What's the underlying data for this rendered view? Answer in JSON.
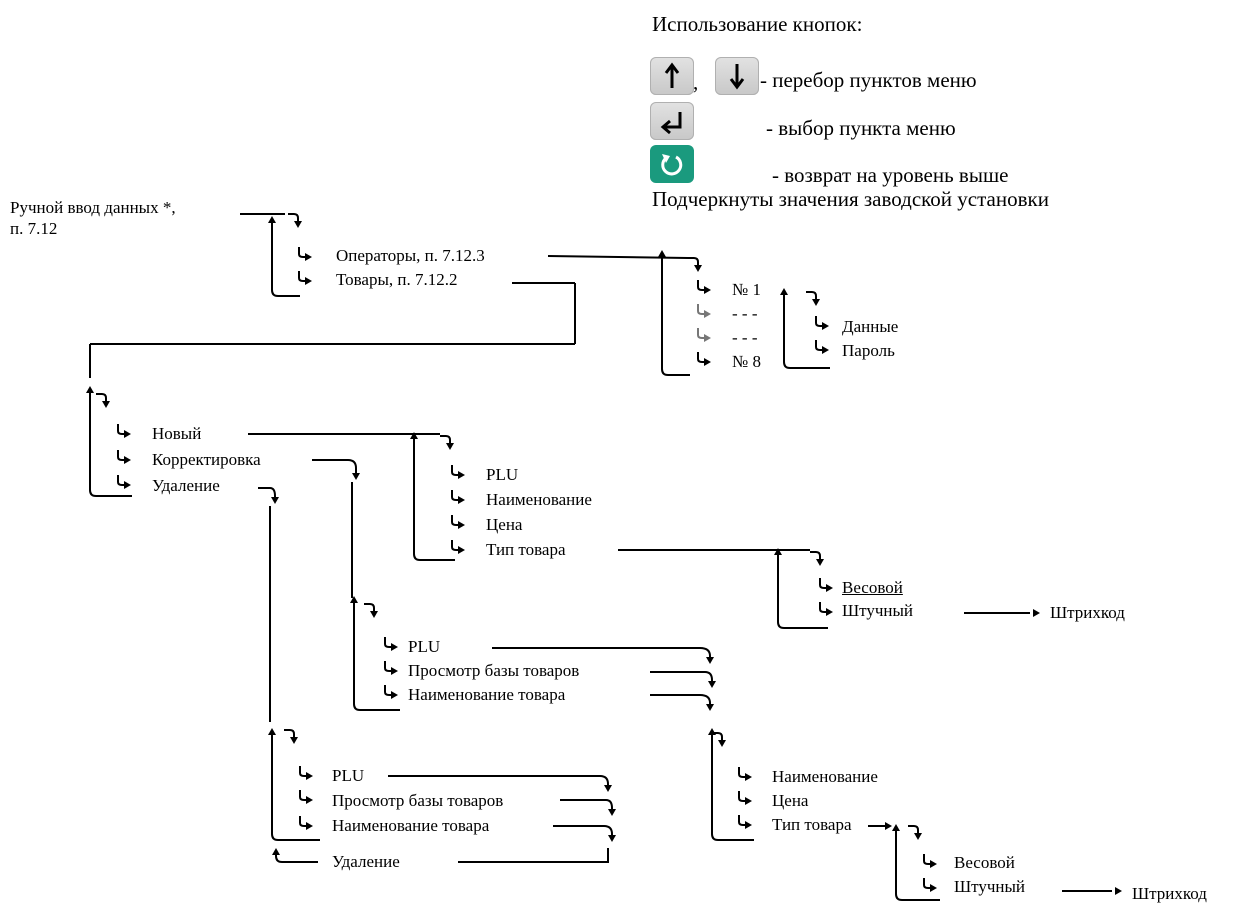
{
  "legend": {
    "title": "Использование кнопок:",
    "comma": ",",
    "nav_desc": "- перебор пунктов меню",
    "enter_desc": "- выбор пункта меню",
    "back_desc": "- возврат на уровень выше",
    "underline_note": "Подчеркнуты значения заводской установки",
    "keys": [
      "arrow-up-icon",
      "arrow-down-icon",
      "enter-icon",
      "back-icon"
    ],
    "colors": {
      "key_gray": "#d4d4d4",
      "key_green": "#1a9a7e"
    }
  },
  "root": {
    "line1": "Ручной ввод данных *,",
    "line2": "п. 7.12"
  },
  "level1": {
    "operators": "Операторы, п. 7.12.3",
    "goods": "Товары, п. 7.12.2"
  },
  "operators": {
    "first": "№ 1",
    "dots1": "- - -",
    "dots2": "- - -",
    "last": "№ 8",
    "data": "Данные",
    "password": "Пароль"
  },
  "goods": {
    "new": "Новый",
    "edit": "Корректировка",
    "delete": "Удаление"
  },
  "new_item": {
    "plu": "PLU",
    "name": "Наименование",
    "price": "Цена",
    "type": "Тип товара"
  },
  "new_type": {
    "weight": "Весовой",
    "piece": "Штучный",
    "barcode": "Штрихкод"
  },
  "edit_menu": {
    "plu": "PLU",
    "browse": "Просмотр базы товаров",
    "by_name": "Наименование товара"
  },
  "edit_fields": {
    "name": "Наименование",
    "price": "Цена",
    "type": "Тип товара"
  },
  "edit_type": {
    "weight": "Весовой",
    "piece": "Штучный",
    "barcode": "Штрихкод"
  },
  "delete_menu": {
    "plu": "PLU",
    "browse": "Просмотр базы товаров",
    "by_name": "Наименование товара",
    "action": "Удаление"
  }
}
